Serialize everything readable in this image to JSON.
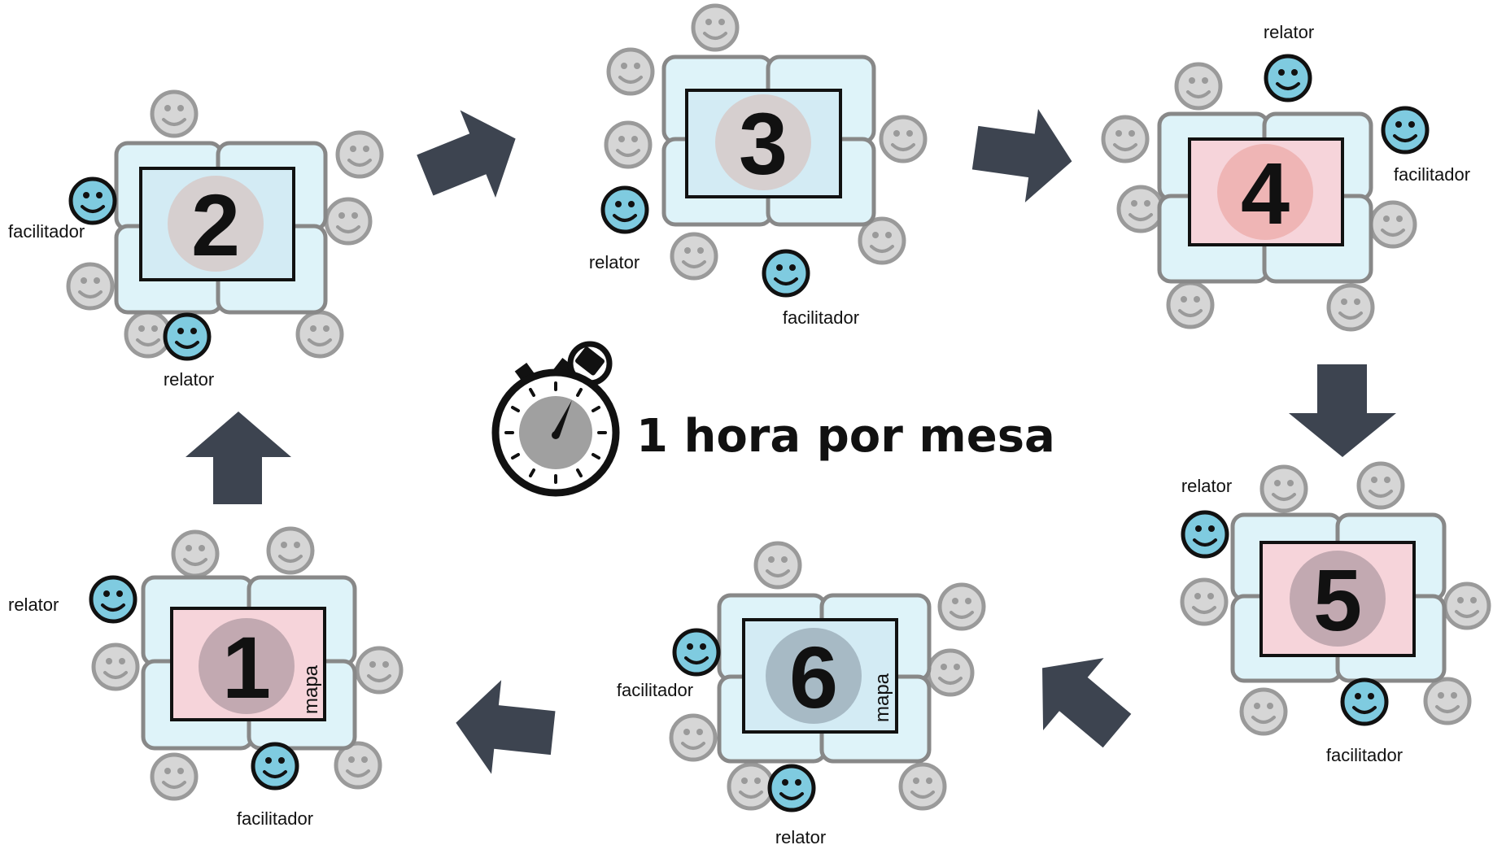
{
  "center": {
    "caption": "1 hora por mesa"
  },
  "tables": [
    {
      "number": "1",
      "color": "pink",
      "map_label": "mapa",
      "relator_label": "relator",
      "facilitador_label": "facilitador"
    },
    {
      "number": "2",
      "color": "blue",
      "map_label": "",
      "relator_label": "relator",
      "facilitador_label": "facilitador"
    },
    {
      "number": "3",
      "color": "blue",
      "map_label": "",
      "relator_label": "relator",
      "facilitador_label": "facilitador"
    },
    {
      "number": "4",
      "color": "pink",
      "map_label": "",
      "relator_label": "relator",
      "facilitador_label": "facilitador"
    },
    {
      "number": "5",
      "color": "pink",
      "map_label": "",
      "relator_label": "relator",
      "facilitador_label": "facilitador"
    },
    {
      "number": "6",
      "color": "blue",
      "map_label": "mapa",
      "relator_label": "relator",
      "facilitador_label": "facilitador"
    }
  ],
  "colors": {
    "arrow": "#3d4450",
    "table_fill": "#def3f9",
    "table_stroke": "#888888",
    "screen_blue": "#d3ebf4",
    "screen_pink": "#f6d4da",
    "highlight_face": "#7fcbe0",
    "participant_face": "#d6d6d6",
    "participant_stroke": "#9a9a9a"
  },
  "icons": {
    "participant": "smiley-face-icon",
    "role_holder": "highlighted-smiley-face-icon",
    "timer": "stopwatch-icon",
    "flow": "block-arrow-icon"
  }
}
